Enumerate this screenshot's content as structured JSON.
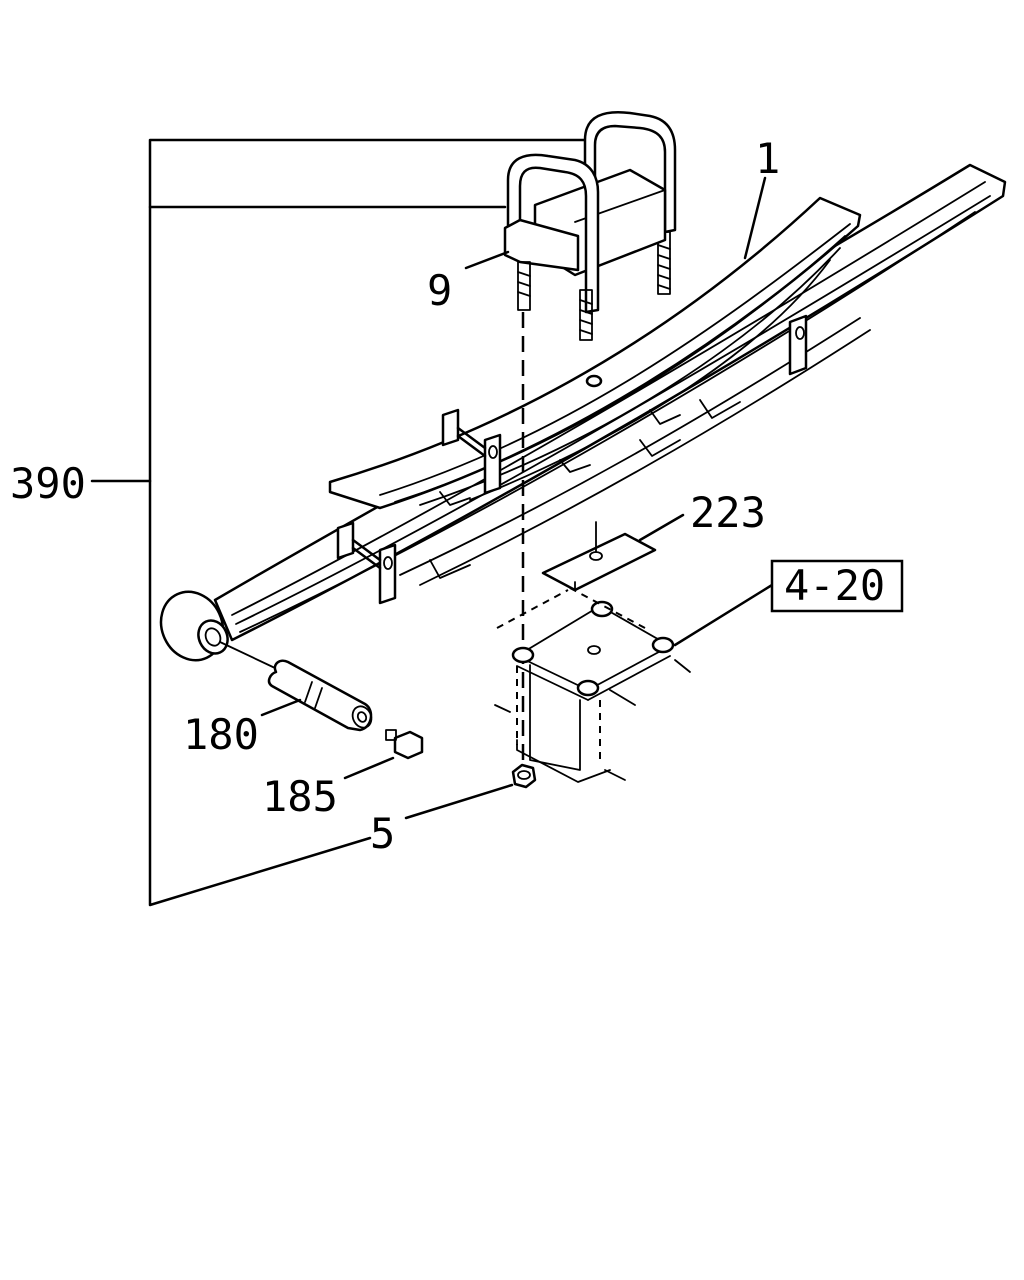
{
  "callouts": {
    "assembly": "390",
    "spring": "1",
    "u_bolt": "9",
    "spacer": "223",
    "bracket_ref": "4-20",
    "pin": "180",
    "grease_nipple": "185",
    "nut": "5"
  }
}
